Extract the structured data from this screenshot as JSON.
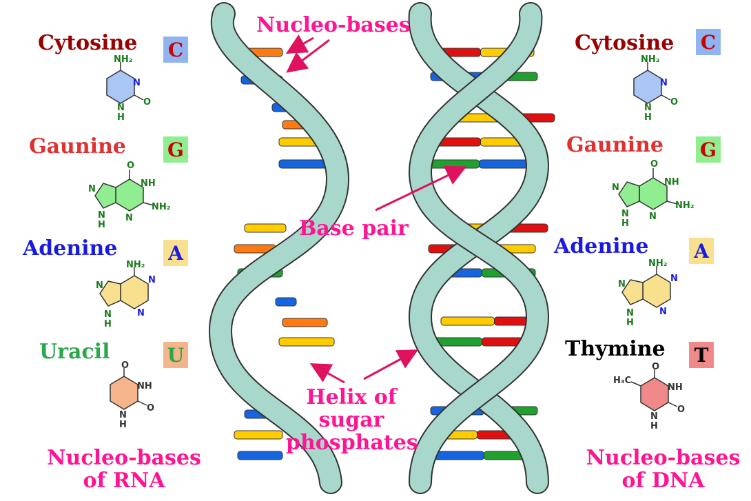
{
  "left": {
    "items": [
      {
        "name": "Cytosine",
        "letter": "C",
        "name_color": "#990000",
        "letter_bg": "#8fb4f0"
      },
      {
        "name": "Gaunine",
        "letter": "G",
        "name_color": "#e03030",
        "letter_bg": "#90ee90"
      },
      {
        "name": "Adenine",
        "letter": "A",
        "name_color": "#1a1ae0",
        "letter_bg": "#f8e08e"
      },
      {
        "name": "Uracil",
        "letter": "U",
        "name_color": "#2aa84a",
        "letter_bg": "#f5b48a"
      }
    ],
    "caption_line1": "Nucleo-bases",
    "caption_line2": "of RNA"
  },
  "right": {
    "items": [
      {
        "name": "Cytosine",
        "letter": "C",
        "name_color": "#990000",
        "letter_bg": "#8fb4f0"
      },
      {
        "name": "Gaunine",
        "letter": "G",
        "name_color": "#e03030",
        "letter_bg": "#90ee90"
      },
      {
        "name": "Adenine",
        "letter": "A",
        "name_color": "#1a1ae0",
        "letter_bg": "#f8e08e"
      },
      {
        "name": "Thymine",
        "letter": "T",
        "name_color": "#000000",
        "letter_bg": "#f08a8a"
      }
    ],
    "caption_line1": "Nucleo-bases",
    "caption_line2": "of DNA"
  },
  "annotations": {
    "nucleobases": "Nucleo-bases",
    "base_pair": "Base pair",
    "helix_line1": "Helix of",
    "helix_line2": "sugar",
    "helix_line3": "phosphates"
  },
  "molecule_labels": {
    "nh2": "NH₂",
    "nh": "NH",
    "n": "N",
    "h": "H",
    "o": "O",
    "h3c": "H₃C"
  },
  "colors": {
    "annotation": "#ff1493",
    "helix_fill": "#a8d8cc",
    "helix_stroke": "#333333",
    "cytosine": "#1565e0",
    "guanine": "#1fa02f",
    "adenine": "#ffcc00",
    "uracil": "#ff7a10",
    "thymine": "#e01010"
  }
}
